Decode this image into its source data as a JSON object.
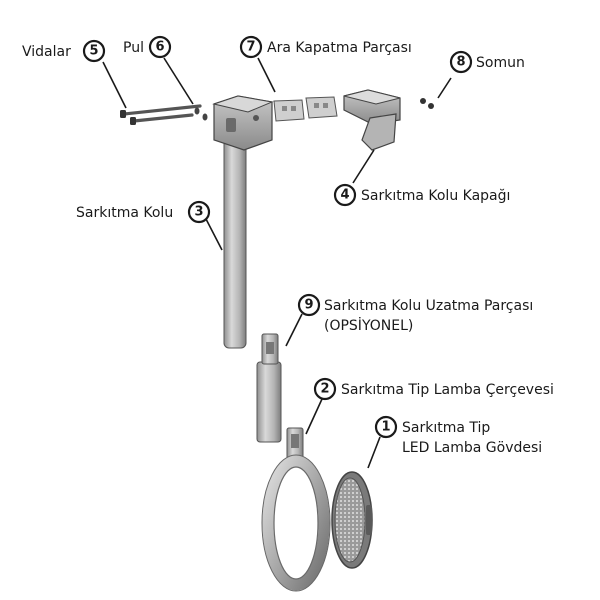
{
  "parts": [
    {
      "id": "vidalar",
      "number": "5",
      "label": "Vidalar"
    },
    {
      "id": "pul",
      "number": "6",
      "label": "Pul"
    },
    {
      "id": "ara-kapatma",
      "number": "7",
      "label": "Ara Kapatma Parçası"
    },
    {
      "id": "somun",
      "number": "8",
      "label": "Somun"
    },
    {
      "id": "kol-kapagi",
      "number": "4",
      "label": "Sarkıtma Kolu Kapağı"
    },
    {
      "id": "sarkitma-kolu",
      "number": "3",
      "label": "Sarkıtma Kolu"
    },
    {
      "id": "uzatma",
      "number": "9",
      "label": "Sarkıtma Kolu Uzatma Parçası",
      "label2": "(OPSİYONEL)"
    },
    {
      "id": "cerceve",
      "number": "2",
      "label": "Sarkıtma Tip Lamba Çerçevesi"
    },
    {
      "id": "govde",
      "number": "1",
      "label": "Sarkıtma Tip",
      "label2": "LED Lamba Gövdesi"
    }
  ]
}
